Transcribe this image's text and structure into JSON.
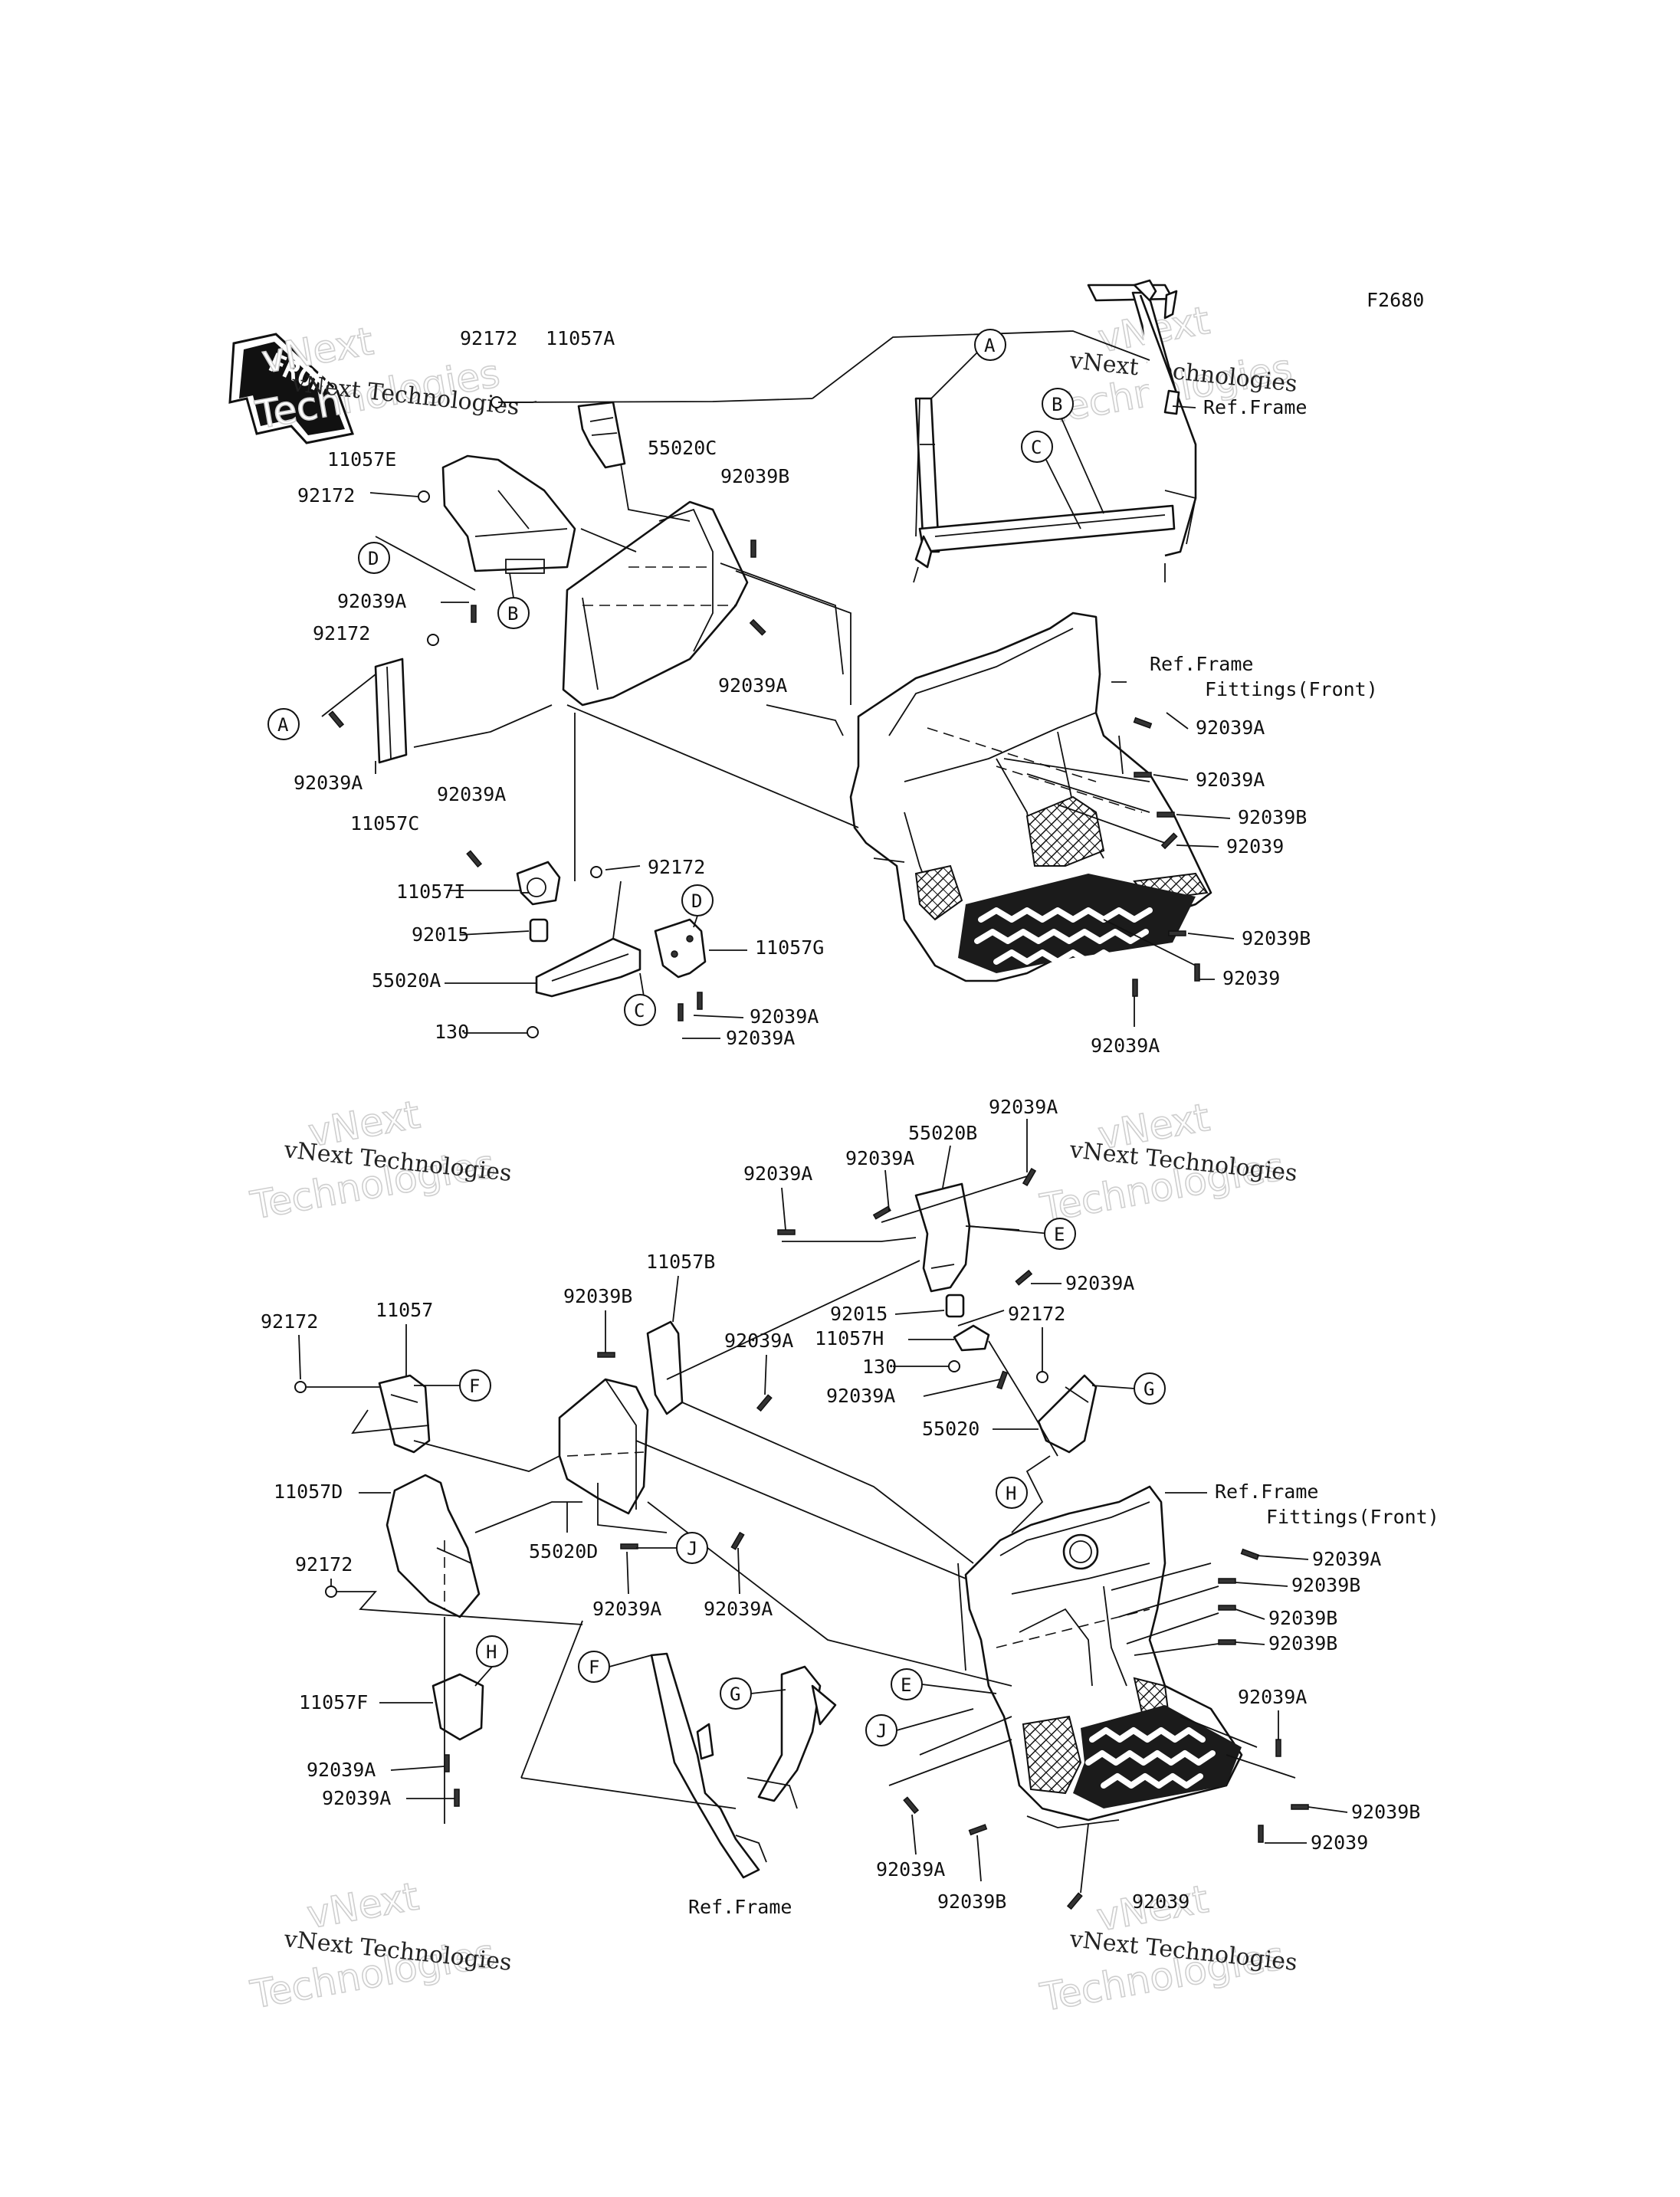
{
  "figure_code": "F2680",
  "front_arrow_text": "FRONT",
  "watermark": {
    "line1": "vNext Technologies",
    "line2": "Technologies",
    "line3": "vNext"
  },
  "top_labels": {
    "l92172_a": "92172",
    "l11057A": "11057A",
    "l11057E": "11057E",
    "l92172_b": "92172",
    "l55020C": "55020C",
    "l92039B_a": "92039B",
    "l92039A_a": "92039A",
    "l92172_c": "92172",
    "l92039A_b": "92039A",
    "l92039A_c": "92039A",
    "l11057C": "11057C",
    "l92039A_d": "92039A",
    "l11057I": "11057I",
    "l92172_d": "92172",
    "l92015": "92015",
    "l11057G": "11057G",
    "l55020A": "55020A",
    "l130": "130",
    "l92039A_e": "92039A",
    "l92039A_f": "92039A",
    "ref_frame_a": "Ref.Frame",
    "ref_frame_b": "Ref.Frame",
    "fittings_a": "Fittings(Front)",
    "r92039A_1": "92039A",
    "r92039A_2": "92039A",
    "r92039B_1": "92039B",
    "r92039_1": "92039",
    "r92039B_2": "92039B",
    "r92039_2": "92039",
    "r92039A_3": "92039A"
  },
  "bottom_labels": {
    "b92039A_1": "92039A",
    "b55020B": "55020B",
    "b92039A_2": "92039A",
    "b92039A_3": "92039A",
    "b11057B": "11057B",
    "b92039B_1": "92039B",
    "b92172_1": "92172",
    "b11057": "11057",
    "b92039A_4": "92039A",
    "b92015": "92015",
    "b11057H": "11057H",
    "b130": "130",
    "b92039A_5": "92039A",
    "b92172_2": "92172",
    "b55020": "55020",
    "b92039A_6": "92039A",
    "b11057D": "11057D",
    "b92172_3": "92172",
    "b55020D": "55020D",
    "b92039A_7": "92039A",
    "b92039A_8": "92039A",
    "b11057F": "11057F",
    "b92039A_9": "92039A",
    "b92039A_10": "92039A",
    "ref_frame_c": "Ref.Frame",
    "ref_frame_d": "Ref.Frame",
    "fittings_b": "Fittings(Front)",
    "br92039A_1": "92039A",
    "br92039B_1": "92039B",
    "br92039B_2": "92039B",
    "br92039B_3": "92039B",
    "br92039A_2": "92039A",
    "br92039B_4": "92039B",
    "br92039_1": "92039",
    "br92039A_3": "92039A",
    "br92039B_5": "92039B",
    "br92039_2": "92039"
  },
  "callouts": {
    "A": "A",
    "B": "B",
    "C": "C",
    "D": "D",
    "E": "E",
    "F": "F",
    "G": "G",
    "H": "H",
    "J": "J"
  }
}
